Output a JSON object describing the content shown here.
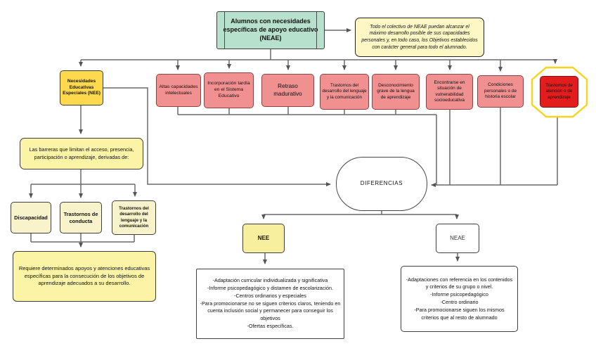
{
  "diagram": {
    "root": "Alumnos con necesidades específicas de apoyo educativo (NEAE)",
    "note": "Todo el colectivo de NEAE puedan alcanzar el máximo desarrollo posible de sus capacidades personales y, en todo caso, los Objetivos establecidos con carácter general para todo el alumnado.",
    "nee_category": "Necesidades Educativas Especiales (NEE)",
    "categories": [
      "Altas capacidades intelectuales",
      "Incorporación tardía en el Sistema Educativo",
      "Retraso madurativo",
      "Trastornos del desarrollo del lenguaje y la comunicación",
      "Desconocimiento grave de la lengua de aprendizaje",
      "Encontrarse en situación de vulnerabilidad socioeducativa",
      "Condiciones personales o de historia escolar"
    ],
    "highlighted_category": "Trastornos de atención o de aprendizaje",
    "barreras": "Las barreras que limitan el acceso, presencia, participación o aprendizaje, derivadas de:",
    "barrier_types": [
      "Discapacidad",
      "Trastornos de conducta",
      "Trastornos del desarrollo del lenguaje y la comunicación"
    ],
    "requiere": "Requiere determinados apoyos y atenciones educativas específicas para la consecución de los objetivos de aprendizaje adecuados a su desarrollo.",
    "diferencias": "DIFERENCIAS",
    "nee_label": "NEE",
    "neae_label": "NEAE",
    "nee_details": "-Adaptación curricular individualizada y significativa\n-Informe psicopedagógico y distamen de escolarización.\n-Centros ordinarios y especiales\n-Para promocionarse no se siguen criterios claros, teniendo en cuenta inclusión social y permanecer para conseguir los objetivos\n-Ofertas específicas.",
    "neae_details": "-Adaptaciones con referencia en los contenidos y criterios de su grupo o nivel.\n-Informe psicopedagógico\n-Centro ordinario\n-Para promocionarse siguen los mismos criterios que al resto de alumnado"
  },
  "colors": {
    "root_green": "#b7e1cd",
    "category_salmon": "#f19090",
    "highlight_red": "#e31d1d",
    "highlight_ring_yellow": "#f7d51d",
    "nee_gold": "#ffd94d",
    "pale_yellow": "#fbf3a6",
    "cream_yellow": "#f9f3cb",
    "connector_gray": "#6a6a6a"
  }
}
